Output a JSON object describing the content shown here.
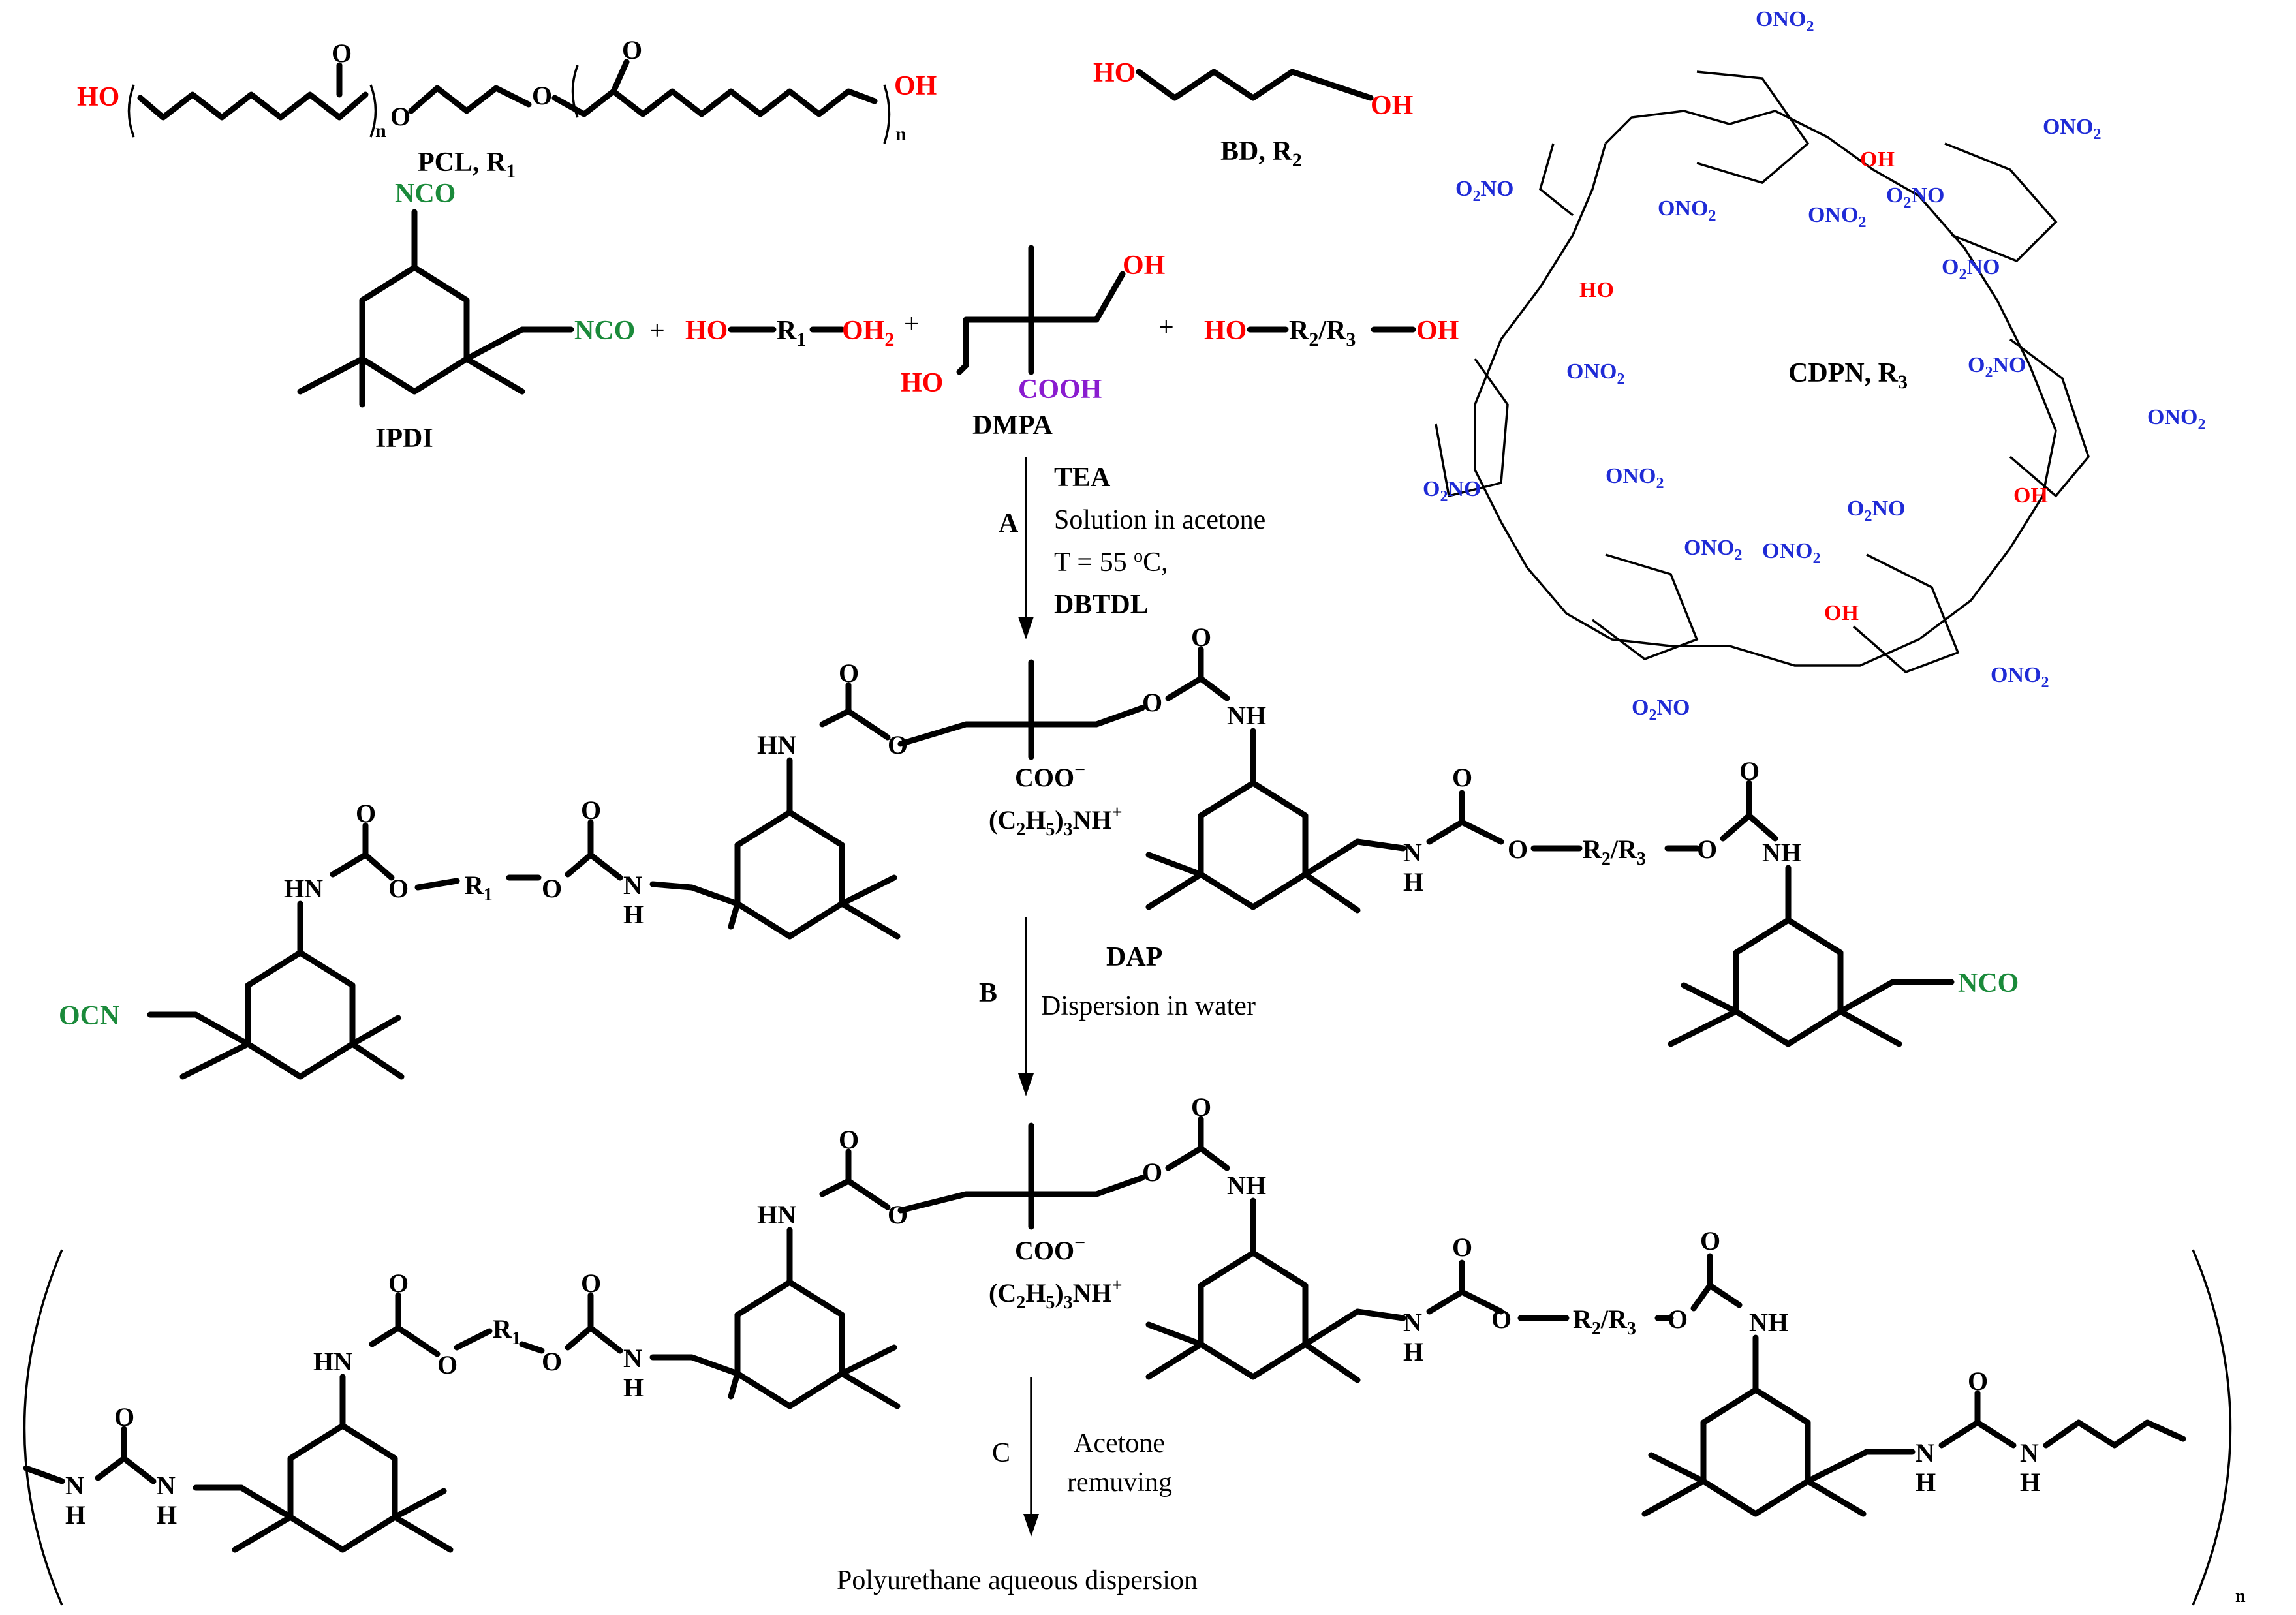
{
  "reagents": {
    "pcl": {
      "label": "PCL, R",
      "sub": "1",
      "ho": "HO",
      "oh": "OH",
      "o": "O",
      "n": "n"
    },
    "bd": {
      "label": "BD, R",
      "sub": "2",
      "ho": "HO",
      "oh": "OH"
    },
    "ipdi": {
      "label": "IPDI",
      "nco": "NCO"
    },
    "diol_r1": {
      "ho": "HO",
      "r": "R",
      "sub": "1",
      "oh": "OH",
      "oh_sub": "2"
    },
    "dmpa": {
      "label": "DMPA",
      "oh": "OH",
      "ho": "HO",
      "cooh": "COOH"
    },
    "diol_r23": {
      "ho": "HO",
      "r": "R",
      "sub2": "2",
      "slash": "/R",
      "sub3": "3",
      "oh": "OH"
    },
    "plus": "+",
    "cdpn": {
      "label": "CDPN, R",
      "sub": "3",
      "ono2": "ONO",
      "o2no_pre": "O",
      "no": "NO",
      "two": "2",
      "oh": "OH",
      "ho": "HO",
      "o": "O"
    }
  },
  "steps": {
    "a": {
      "letter": "A",
      "line1": "TEA",
      "line2": "Solution in acetone",
      "line3": "T = 55 ",
      "line3_sup": "o",
      "line3_end": "C,",
      "line4": "DBTDL"
    },
    "b": {
      "letter": "B",
      "line1": "DAP",
      "line2": "Dispersion in water"
    },
    "c": {
      "letter": "C",
      "line1": "Acetone",
      "line2": "remuving"
    }
  },
  "intermediate": {
    "hn": "HN",
    "nh": "NH",
    "h": "H",
    "n": "N",
    "o": "O",
    "ocn": "OCN",
    "nco": "NCO",
    "coo": "COO",
    "minus": "−",
    "amine": "(C",
    "amine_2": "2",
    "amine_h": "H",
    "amine_5": "5",
    "amine_3": ")",
    "amine_3b": "3",
    "amine_nh": "NH",
    "plus": "+",
    "r1": "R",
    "r1_sub": "1",
    "r23": "R",
    "r23_2": "2",
    "r23_slash": "/R",
    "r23_3": "3"
  },
  "product": {
    "label": "Polyurethane aqueous dispersion",
    "n": "n"
  }
}
